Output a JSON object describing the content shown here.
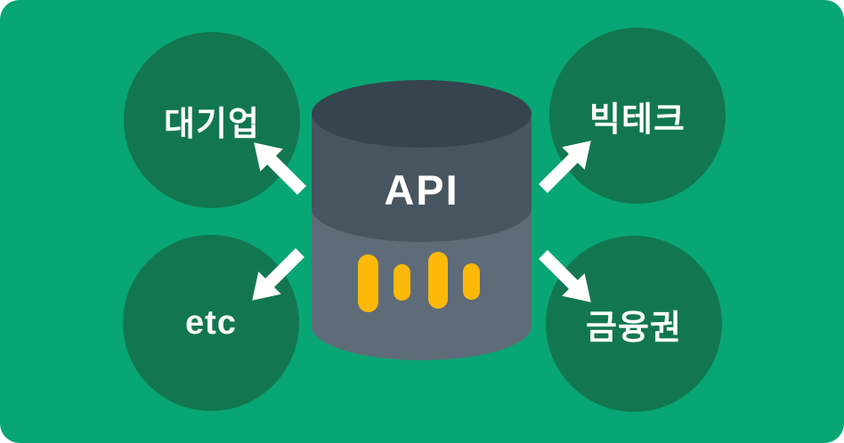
{
  "diagram": {
    "description": "API hub distributing to four client groups",
    "center": {
      "label": "API",
      "icon": "database-icon"
    },
    "nodes": [
      {
        "id": "top-left",
        "label": "대기업",
        "position": "top-left"
      },
      {
        "id": "top-right",
        "label": "빅테크",
        "position": "top-right"
      },
      {
        "id": "bottom-left",
        "label": "etc",
        "position": "bottom-left"
      },
      {
        "id": "bottom-right",
        "label": "금융권",
        "position": "bottom-right"
      }
    ],
    "arrows": [
      {
        "from": "center",
        "to": "top-left",
        "icon": "arrow-up-left-icon"
      },
      {
        "from": "center",
        "to": "top-right",
        "icon": "arrow-up-right-icon"
      },
      {
        "from": "center",
        "to": "bottom-left",
        "icon": "arrow-down-left-icon"
      },
      {
        "from": "center",
        "to": "bottom-right",
        "icon": "arrow-down-right-icon"
      }
    ],
    "colors": {
      "background": "#08A674",
      "node_circle": "#127750",
      "cylinder_top": "#35444E",
      "cylinder_upper_band": "#46555F",
      "cylinder_lower_band": "#5D6C78",
      "bars": "#FCB90A",
      "arrow": "#FFFFFF",
      "text": "#FFFFFF"
    }
  }
}
